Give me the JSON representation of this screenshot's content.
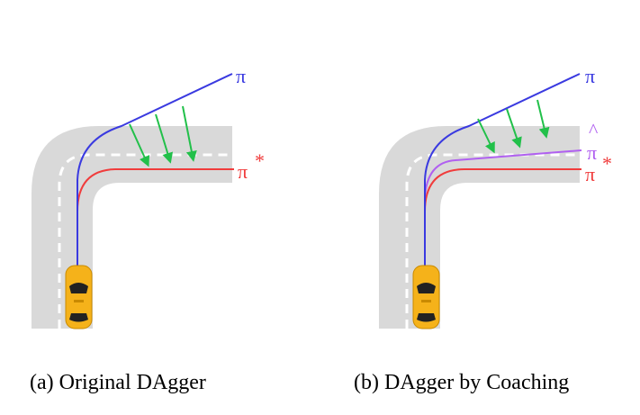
{
  "panels": [
    {
      "caption": "(a) Original DAgger",
      "labels": {
        "pi": "π",
        "pi_star": "π",
        "star": "*"
      }
    },
    {
      "caption": "(b) DAgger by Coaching",
      "labels": {
        "pi": "π",
        "pi_hat": "π",
        "hat": "^",
        "pi_star": "π",
        "star": "*"
      }
    }
  ],
  "colors": {
    "road": "#d9d9d9",
    "learner_policy": "#3a3ae0",
    "expert_policy": "#f03c3c",
    "coach_policy": "#b060f0",
    "arrows": "#22c04a",
    "car": "#f5b21a"
  }
}
